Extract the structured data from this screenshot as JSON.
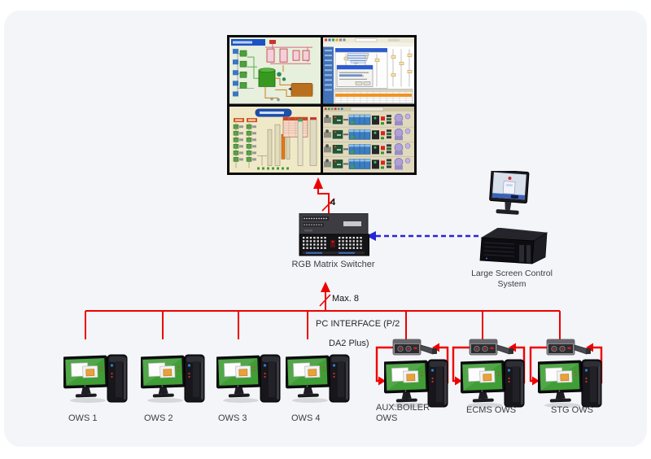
{
  "video_wall": {
    "screens": [
      {
        "name": "process-piping-graphic-screen"
      },
      {
        "name": "engineering-software-screen"
      },
      {
        "name": "plant-overview-graphic-screen"
      },
      {
        "name": "process-trains-graphic-screen"
      }
    ]
  },
  "switcher": {
    "label": "RGB Matrix Switcher"
  },
  "control_system": {
    "label": "Large Screen Control System"
  },
  "links": {
    "wall_cable_count": "4",
    "bus_capacity": "Max. 8",
    "interface_note_line1": "PC INTERFACE (P/2",
    "interface_note_line2": "DA2 Plus)"
  },
  "ows": [
    {
      "label": "OWS 1"
    },
    {
      "label": "OWS 2"
    },
    {
      "label": "OWS 3"
    },
    {
      "label": "OWS 4"
    }
  ],
  "looped_ows": [
    {
      "label": "AUX.BOILER OWS"
    },
    {
      "label": "ECMS OWS"
    },
    {
      "label": "STG OWS"
    }
  ],
  "colors": {
    "signal_red": "#ee0000",
    "control_blue": "#2626d9",
    "label_text": "#3c3c44",
    "panel_bg": "#f3f5f8"
  }
}
